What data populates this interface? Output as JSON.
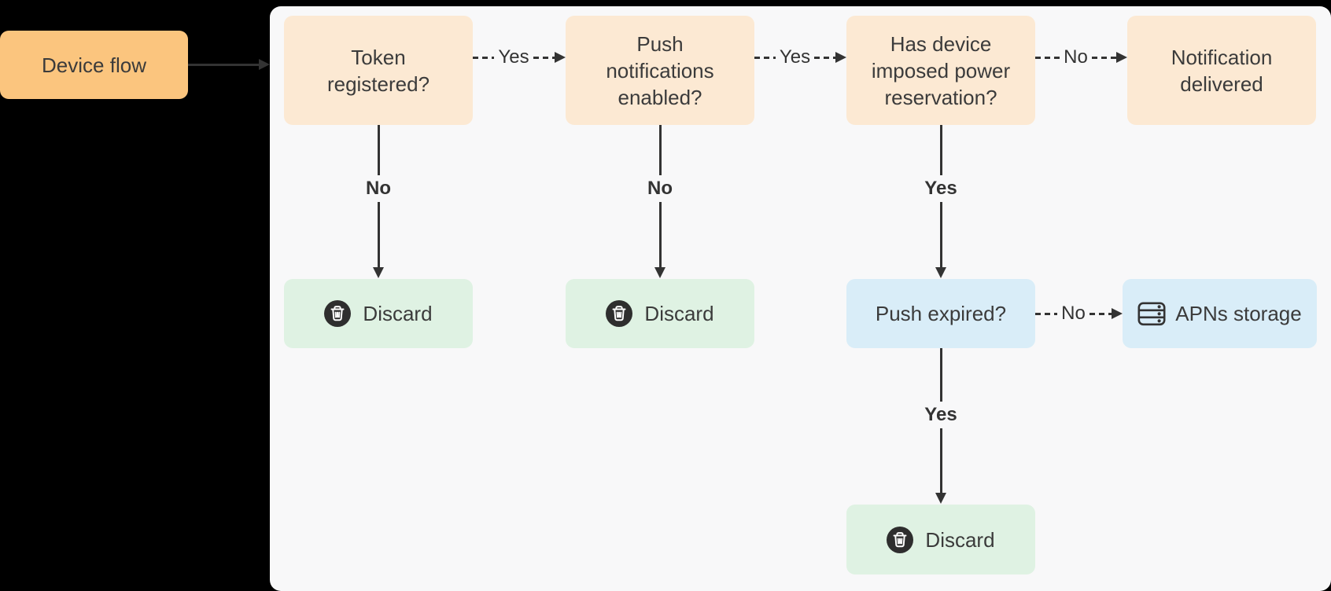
{
  "diagram": {
    "entry": {
      "label": "Device flow"
    },
    "nodes": {
      "token_registered": {
        "label": "Token\nregistered?"
      },
      "push_enabled": {
        "label": "Push\nnotifications\nenabled?"
      },
      "power_reservation": {
        "label": "Has device\nimposed power\nreservation?"
      },
      "notification_delivered": {
        "label": "Notification\ndelivered"
      },
      "discard_token": {
        "label": "Discard",
        "icon": "trash-icon"
      },
      "discard_push": {
        "label": "Discard",
        "icon": "trash-icon"
      },
      "push_expired": {
        "label": "Push expired?"
      },
      "apns_storage": {
        "label": "APNs storage",
        "icon": "server-storage-icon"
      },
      "discard_expired": {
        "label": "Discard",
        "icon": "trash-icon"
      }
    },
    "edges": {
      "token_to_push": {
        "label": "Yes",
        "style": "dashed"
      },
      "push_to_power": {
        "label": "Yes",
        "style": "dashed"
      },
      "power_to_delivered": {
        "label": "No",
        "style": "dashed"
      },
      "token_to_discard": {
        "label": "No",
        "style": "solid"
      },
      "push_to_discard": {
        "label": "No",
        "style": "solid"
      },
      "power_to_expired": {
        "label": "Yes",
        "style": "solid"
      },
      "expired_to_storage": {
        "label": "No",
        "style": "dashed"
      },
      "expired_to_discard": {
        "label": "Yes",
        "style": "solid"
      },
      "entry_to_canvas": {
        "label": "",
        "style": "solid"
      }
    },
    "colors": {
      "background": "#000000",
      "panel": "#F8F8F9",
      "entry_node": "#FBC57E",
      "decision_node": "#FCE9D3",
      "terminal_node": "#DFF2E3",
      "storage_node": "#D9EDF8",
      "connector": "#333333",
      "text": "#3B3B3B",
      "icon_circle": "#2E2E2E"
    }
  }
}
